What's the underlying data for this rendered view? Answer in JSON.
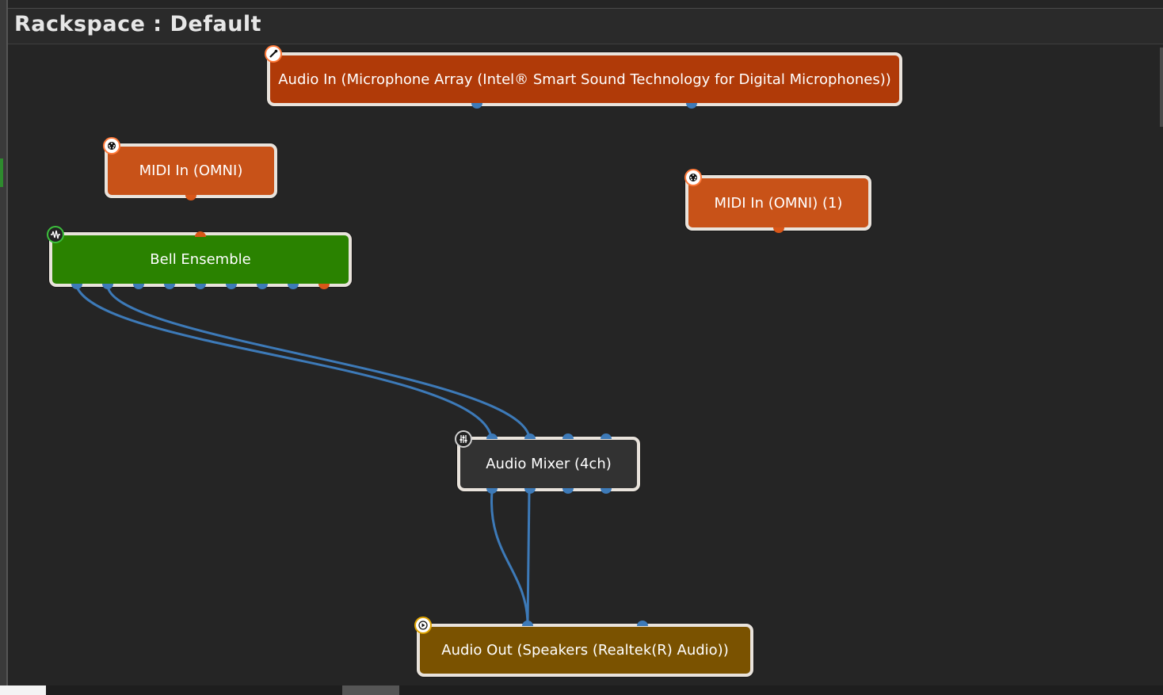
{
  "header": {
    "title": "Rackspace : Default"
  },
  "nodes": {
    "audio_in": {
      "label": "Audio In (Microphone Array (Intel® Smart Sound Technology for Digital Microphones))",
      "color": "#b03a08",
      "icon": "microphone-icon"
    },
    "midi_in": {
      "label": "MIDI In (OMNI)",
      "color": "#c85218",
      "icon": "midi-connector-icon"
    },
    "midi_in_1": {
      "label": "MIDI In (OMNI) (1)",
      "color": "#c85218",
      "icon": "midi-connector-icon"
    },
    "bell_ensemble": {
      "label": "Bell Ensemble",
      "color": "#2a8200",
      "icon": "waveform-icon"
    },
    "audio_mixer": {
      "label": "Audio Mixer (4ch)",
      "color": "#323232",
      "icon": "mixer-sliders-icon"
    },
    "audio_out": {
      "label": "Audio Out (Speakers (Realtek(R) Audio))",
      "color": "#7a5200",
      "icon": "speaker-play-icon"
    }
  },
  "colors": {
    "background": "#252525",
    "audio_wire": "#3d7ab8",
    "midi_pin": "#d85618",
    "node_border": "#e9e3dc"
  }
}
